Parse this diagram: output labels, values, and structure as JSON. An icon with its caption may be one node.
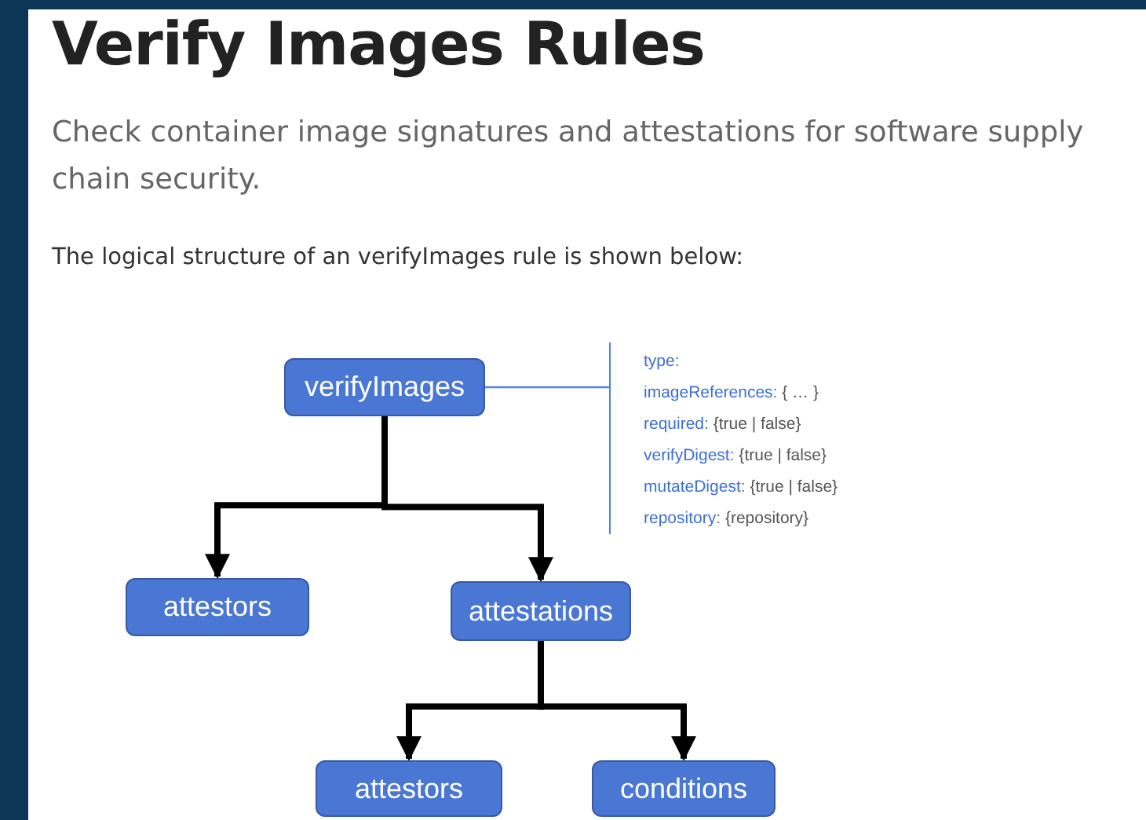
{
  "diagram": {
    "title": "Verify Images Rules",
    "caption": "Check container image signatures and attestations for software supply chain security.",
    "labels": [
      "The logical structure of an verifyImages rule is shown below:"
    ],
    "nodes": [
      {
        "text": [
          "verifyImages"
        ]
      },
      {
        "text": [
          "attestors"
        ]
      },
      {
        "text": [
          "attestations"
        ]
      },
      {
        "text": [
          "attestors"
        ]
      },
      {
        "text": [
          "conditions"
        ]
      },
      {
        "text": [
          "type:",
          "imageReferences: { … }",
          "required: {true | false}",
          "verifyDigest: {true | false}",
          "mutateDigest: {true | false}",
          "repository: {repository}"
        ]
      }
    ],
    "edges": [
      {
        "from": 0,
        "to": 5,
        "arrow": "none",
        "color": "#4a86e8"
      },
      {
        "from": 0,
        "to": 1,
        "arrow": "to"
      },
      {
        "from": 0,
        "to": 2,
        "arrow": "to"
      },
      {
        "from": 2,
        "to": 3,
        "arrow": "to"
      },
      {
        "from": 2,
        "to": 4,
        "arrow": "to"
      }
    ]
  }
}
